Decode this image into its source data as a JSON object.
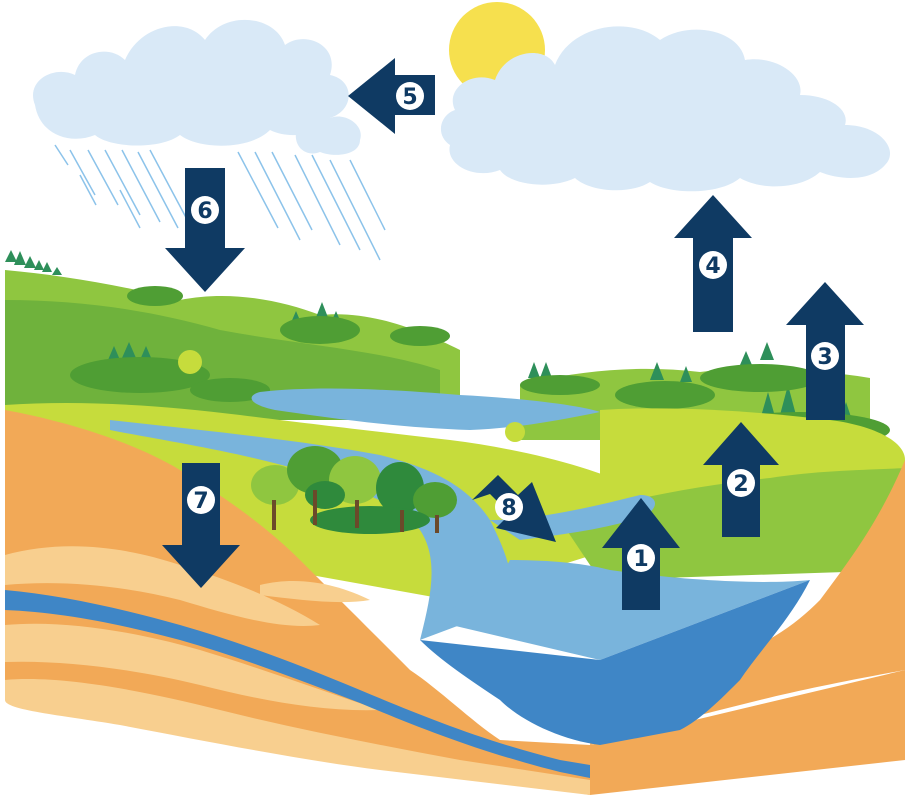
{
  "colors": {
    "arrow": "#0f3a63",
    "badge_fill": "#ffffff",
    "sun": "#f6e04e",
    "cloud": "#d9e9f7",
    "rain": "#8cc3ea",
    "water_light": "#79b4dc",
    "water_dark": "#3f86c6",
    "soil": "#f2a957",
    "soil_light": "#f8cf8f",
    "grass_light": "#c6dc3c",
    "grass": "#8fc640",
    "grass_dark": "#4f9e34",
    "tree": "#2f8a3c",
    "pine": "#2e8f5a"
  },
  "arrows": [
    {
      "id": "1",
      "label": "1",
      "direction": "up"
    },
    {
      "id": "2",
      "label": "2",
      "direction": "up"
    },
    {
      "id": "3",
      "label": "3",
      "direction": "up"
    },
    {
      "id": "4",
      "label": "4",
      "direction": "up"
    },
    {
      "id": "5",
      "label": "5",
      "direction": "left"
    },
    {
      "id": "6",
      "label": "6",
      "direction": "down"
    },
    {
      "id": "7",
      "label": "7",
      "direction": "down"
    },
    {
      "id": "8",
      "label": "8",
      "direction": "down-right"
    }
  ]
}
